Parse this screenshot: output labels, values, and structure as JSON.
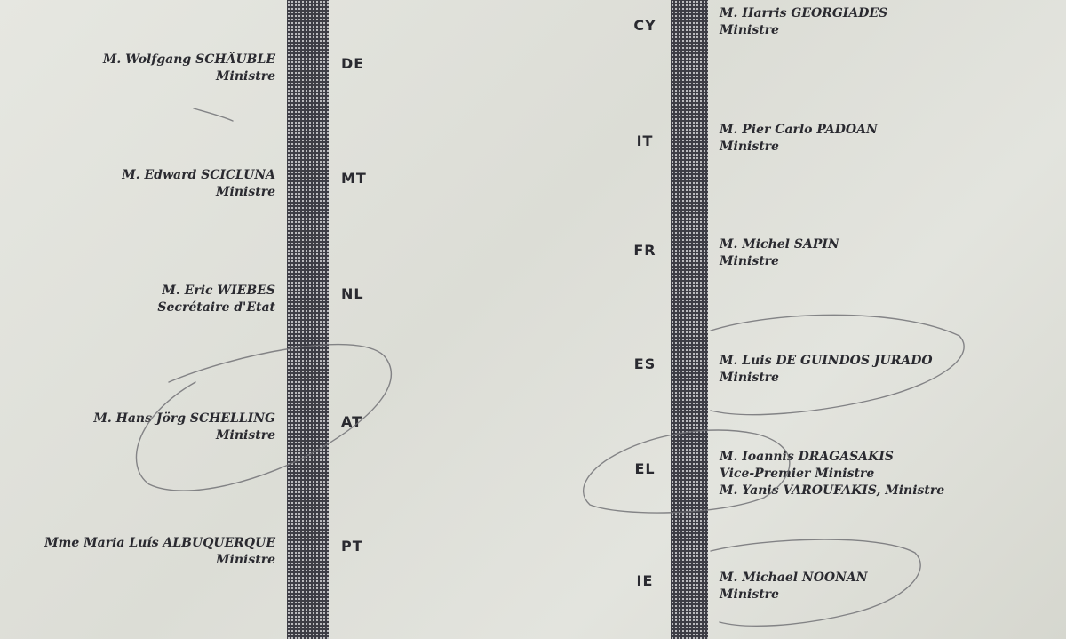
{
  "left_column": [
    {
      "code": "DE",
      "name": "M. Wolfgang SCHÄUBLE",
      "title": "Ministre"
    },
    {
      "code": "MT",
      "name": "M. Edward SCICLUNA",
      "title": "Ministre"
    },
    {
      "code": "NL",
      "name": "M. Eric WIEBES",
      "title": "Secrétaire d'Etat"
    },
    {
      "code": "AT",
      "name": "M. Hans Jörg SCHELLING",
      "title": "Ministre"
    },
    {
      "code": "PT",
      "name": "Mme Maria Luís ALBUQUERQUE",
      "title": "Ministre"
    }
  ],
  "right_column": [
    {
      "code": "CY",
      "name": "M. Harris GEORGIADES",
      "title": "Ministre"
    },
    {
      "code": "IT",
      "name": "M. Pier Carlo PADOAN",
      "title": "Ministre"
    },
    {
      "code": "FR",
      "name": "M. Michel SAPIN",
      "title": "Ministre"
    },
    {
      "code": "ES",
      "name": "M. Luis DE GUINDOS JURADO",
      "title": "Ministre"
    },
    {
      "code": "EL",
      "name": "M. Ioannis DRAGASAKIS",
      "title": "Vice-Premier Ministre",
      "extra": "M. Yanis VAROUFAKIS, Ministre"
    },
    {
      "code": "IE",
      "name": "M. Michael NOONAN",
      "title": "Ministre"
    }
  ],
  "colors": {
    "ink": "#2a2a30",
    "bar": "#3c3c44",
    "pencil": "#6b6b70"
  }
}
